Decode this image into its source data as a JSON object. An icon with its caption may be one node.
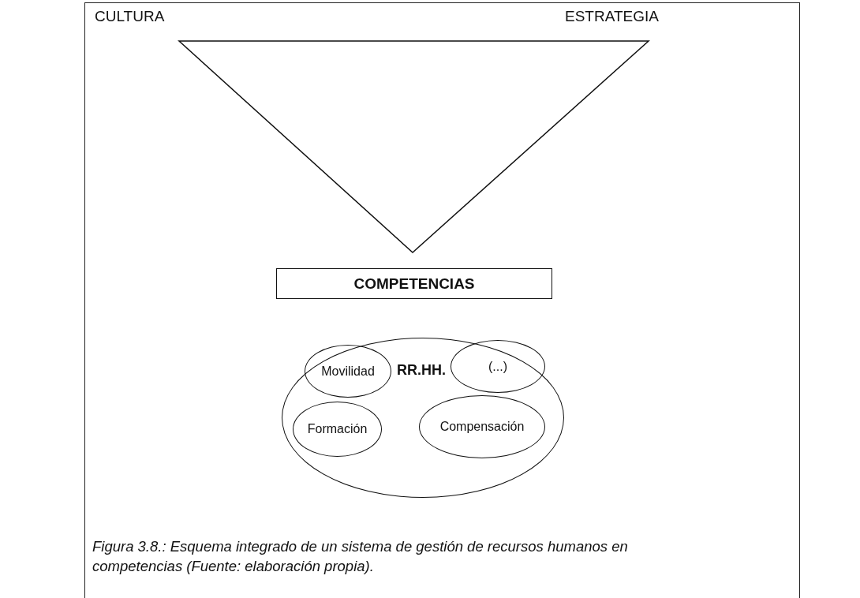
{
  "diagram": {
    "caption": "Figura 3.8.: Esquema integrado de un sistema de gestión de recursos humanos en competencias (Fuente: elaboración propia).",
    "nodes": [
      {
        "text": [
          "COMPETENCIAS"
        ]
      },
      {
        "text": [
          "RR.HH."
        ]
      },
      {
        "text": [
          "Movilidad"
        ],
        "in": 1
      },
      {
        "text": [
          "(...)"
        ],
        "in": 1
      },
      {
        "text": [
          "Formación"
        ],
        "in": 1
      },
      {
        "text": [
          "Compensación"
        ],
        "in": 1
      }
    ],
    "edges": [],
    "labels": [
      "CULTURA",
      "ESTRATEGIA"
    ]
  }
}
